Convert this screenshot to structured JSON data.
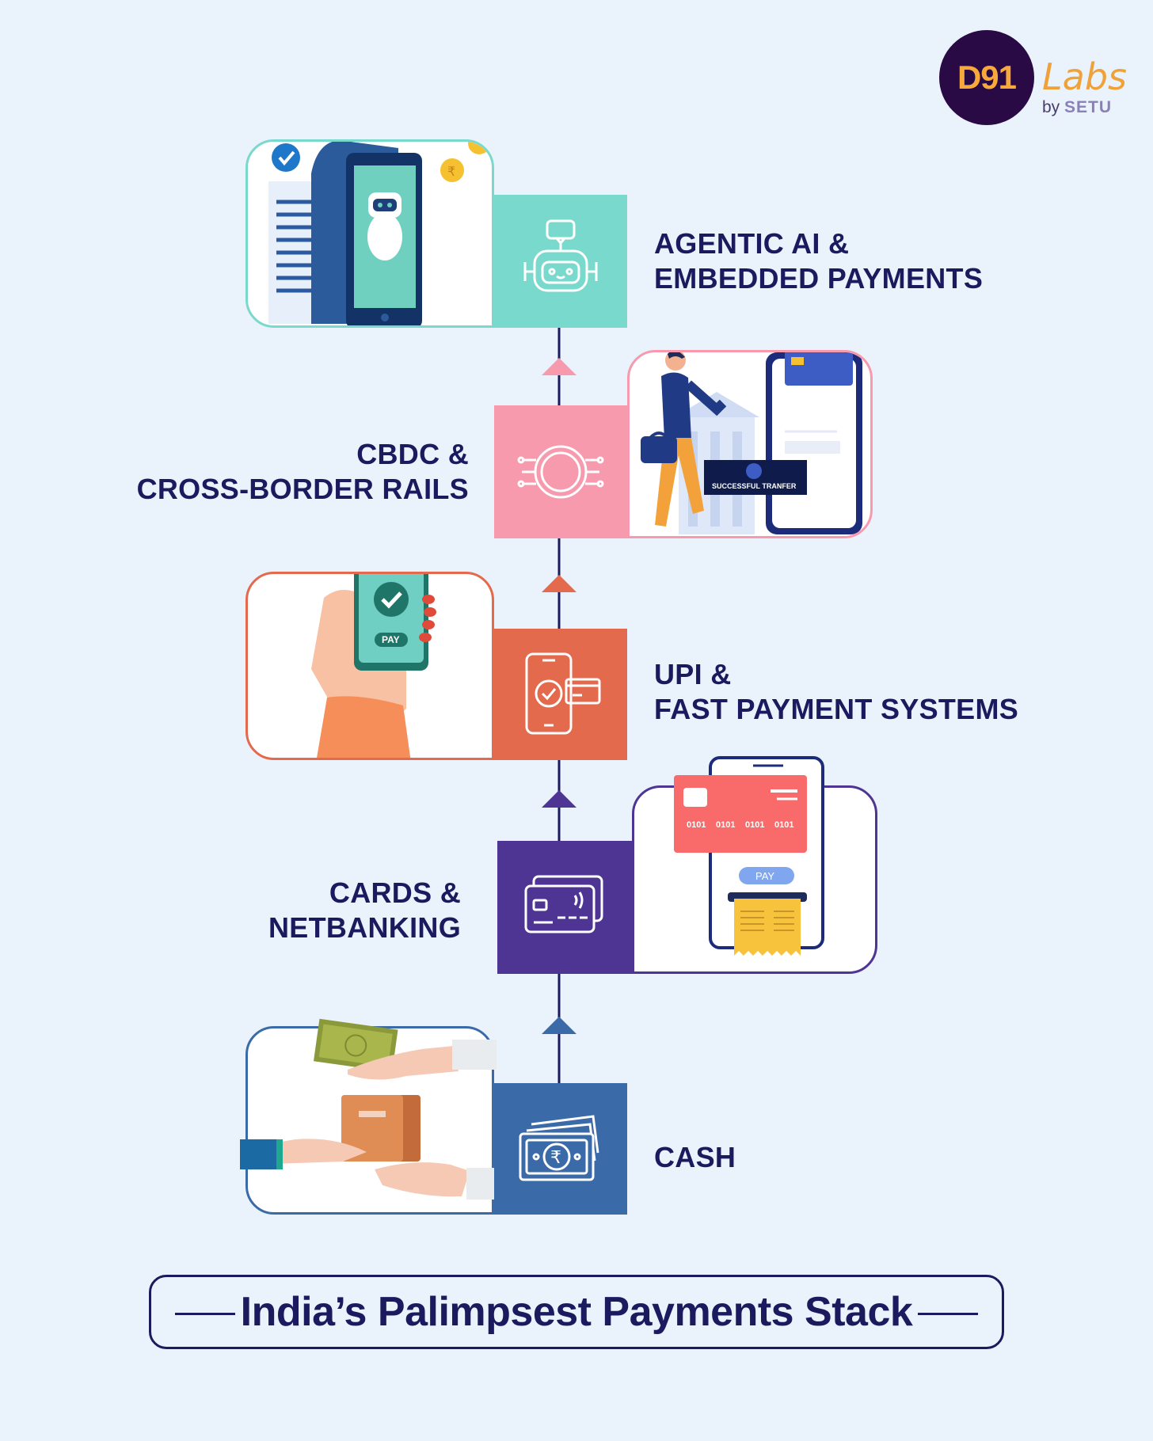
{
  "logo": {
    "mark": "D91",
    "name": "Labs",
    "by_prefix": "by",
    "by_brand": "SETU"
  },
  "colors": {
    "navy": "#1c1a5e",
    "teal": "#7ad9cd",
    "pink": "#f79aad",
    "orange": "#e36a4d",
    "purple": "#4f3593",
    "blue": "#3a6aa8"
  },
  "layers": [
    {
      "id": "agentic-ai",
      "line1": "AGENTIC AI &",
      "line2": "EMBEDDED PAYMENTS",
      "icon": "robot-icon",
      "color": "#7ad9cd"
    },
    {
      "id": "cbdc",
      "line1": "CBDC &",
      "line2": "CROSS-BORDER RAILS",
      "icon": "chip-icon",
      "color": "#f79aad",
      "illustration_badge": "SUCCESSFUL TRANFER"
    },
    {
      "id": "upi",
      "line1": "UPI &",
      "line2": "FAST PAYMENT SYSTEMS",
      "icon": "phone-check-icon",
      "color": "#e36a4d",
      "illustration_button": "PAY"
    },
    {
      "id": "cards",
      "line1": "CARDS &",
      "line2": "NETBANKING",
      "icon": "credit-card-icon",
      "color": "#4f3593",
      "illustration_card_number": [
        "0101",
        "0101",
        "0101",
        "0101"
      ],
      "illustration_button": "PAY"
    },
    {
      "id": "cash",
      "line1": "CASH",
      "line2": "",
      "icon": "banknote-icon",
      "color": "#3a6aa8"
    }
  ],
  "title": "India’s Palimpsest Payments Stack"
}
